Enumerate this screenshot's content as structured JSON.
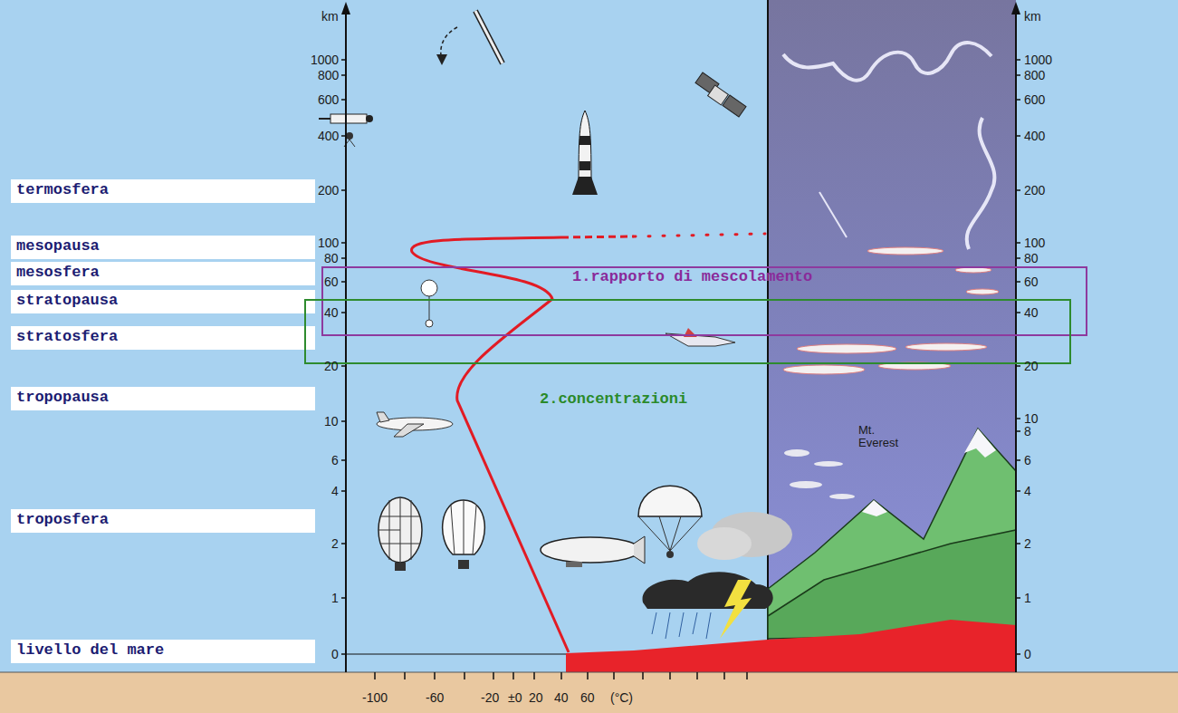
{
  "diagram": {
    "nodes": [
      {
        "text": [
          "termosfera"
        ]
      },
      {
        "text": [
          "mesopausa"
        ]
      },
      {
        "text": [
          "mesosfera"
        ]
      },
      {
        "text": [
          "stratopausa"
        ]
      },
      {
        "text": [
          "stratosfera"
        ]
      },
      {
        "text": [
          "tropopausa"
        ]
      },
      {
        "text": [
          "troposfera"
        ]
      },
      {
        "text": [
          "livello del mare"
        ]
      },
      {
        "text": [
          "1.rapporto di mescolamento"
        ]
      },
      {
        "text": [
          "2.concentrazioni"
        ]
      }
    ],
    "labels": [
      "km",
      "1000",
      "800",
      "600",
      "400",
      "200",
      "100",
      "80",
      "60",
      "40",
      "20",
      "10",
      "6",
      "4",
      "2",
      "1",
      "0",
      "km",
      "1000",
      "800",
      "600",
      "400",
      "200",
      "100",
      "80",
      "60",
      "40",
      "20",
      "10",
      "8",
      "6",
      "4",
      "2",
      "1",
      "0",
      "Mt. Everest",
      "-100",
      "-60",
      "-20",
      "±0",
      "20",
      "40",
      "60",
      "(°C)"
    ]
  }
}
